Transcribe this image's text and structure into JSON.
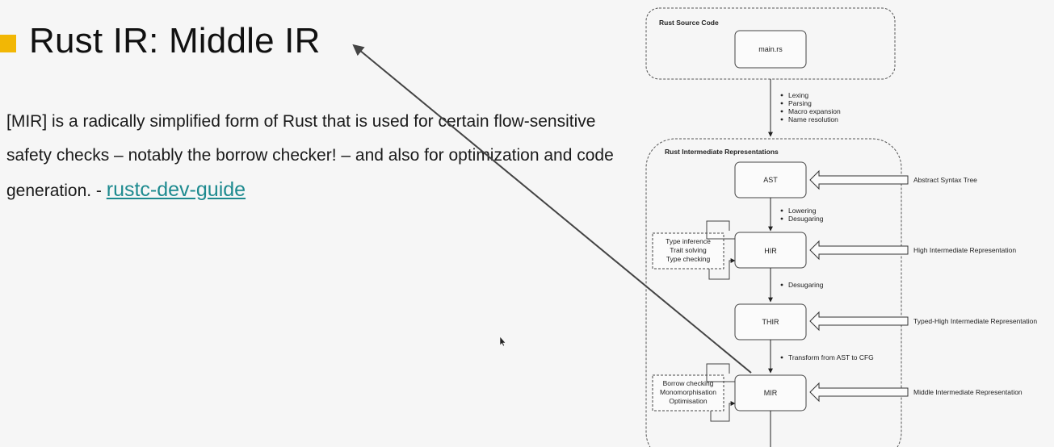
{
  "slide": {
    "title": "Rust IR: Middle IR",
    "body_prefix": "[MIR] is a radically simplified form of Rust that is used for certain flow-sensitive safety checks – notably the borrow checker! – and also for optimization and code generation. - ",
    "link_text": "rustc-dev-guide"
  },
  "diagram": {
    "source_group_label": "Rust Source Code",
    "source_file": "main.rs",
    "frontend_steps": [
      "Lexing",
      "Parsing",
      "Macro expansion",
      "Name resolution"
    ],
    "ir_group_label": "Rust Intermediate Representations",
    "ast": {
      "label": "AST",
      "description": "Abstract Syntax Tree"
    },
    "ast_to_hir_steps": [
      "Lowering",
      "Desugaring"
    ],
    "hir": {
      "label": "HIR",
      "description": "High Intermediate Representation"
    },
    "hir_checks": [
      "Type inference",
      "Trait solving",
      "Type checking"
    ],
    "hir_to_thir_steps": [
      "Desugaring"
    ],
    "thir": {
      "label": "THIR",
      "description": "Typed-High Intermediate Representation"
    },
    "thir_to_mir_steps": [
      "Transform from AST to CFG"
    ],
    "mir": {
      "label": "MIR",
      "description": "Middle Intermediate Representation"
    },
    "mir_checks": [
      "Borrow checking",
      "Monomorphisation",
      "Optimisation"
    ]
  },
  "colors": {
    "accent_bullet": "#f2b705",
    "link": "#1d8a8f"
  }
}
